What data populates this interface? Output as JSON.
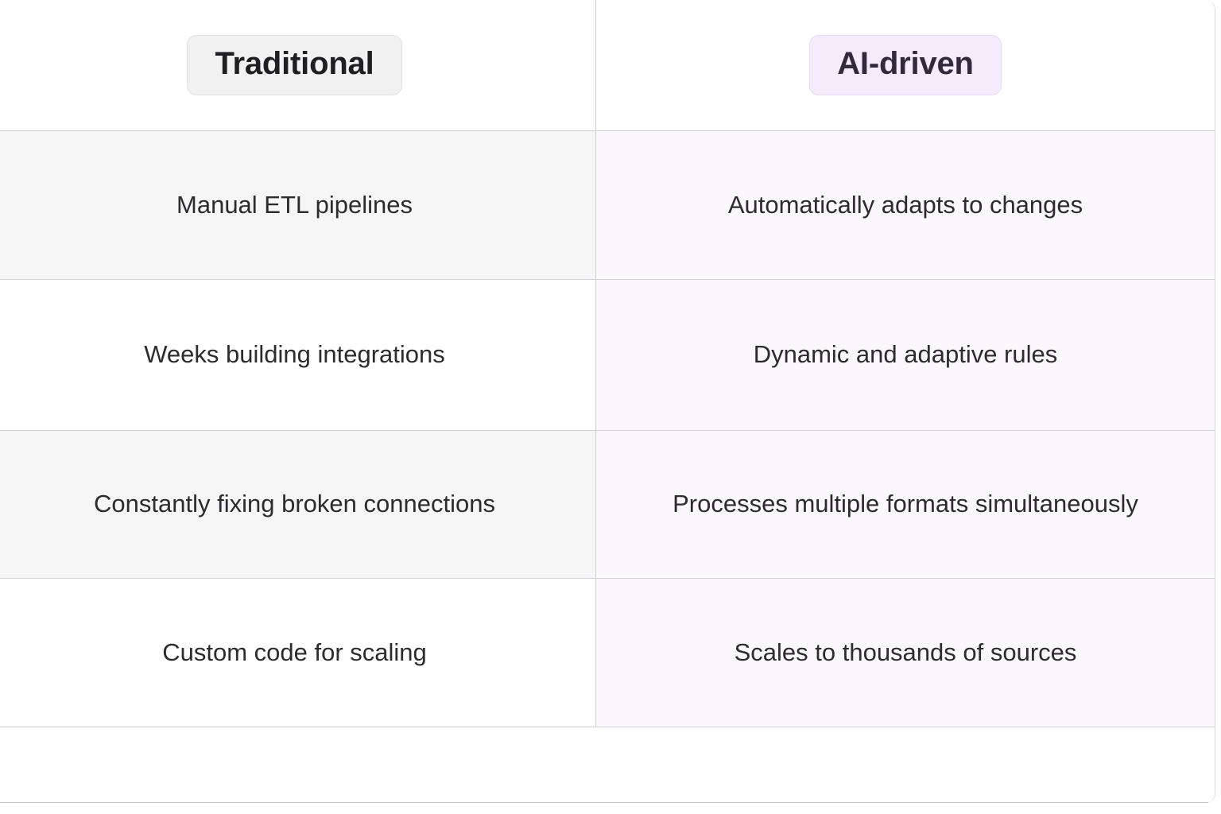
{
  "table": {
    "columns": [
      {
        "id": "traditional",
        "label": "Traditional",
        "chip_bg": "#f1f1f2",
        "chip_border": "#e2e2e6",
        "chip_text": "#1f1f21"
      },
      {
        "id": "ai-driven",
        "label": "AI-driven",
        "chip_bg": "#f4ecfb",
        "chip_border": "#e7dcf4",
        "chip_text": "#312a3c"
      }
    ],
    "rows": [
      {
        "traditional": "Manual ETL pipelines",
        "ai_driven": "Automatically adapts to changes"
      },
      {
        "traditional": "Weeks building integrations",
        "ai_driven": "Dynamic and adaptive rules"
      },
      {
        "traditional": "Constantly fixing broken connections",
        "ai_driven": "Processes multiple formats simultaneously"
      },
      {
        "traditional": "Custom code for scaling",
        "ai_driven": "Scales to thousands of sources"
      }
    ],
    "trailing_row": {
      "traditional": "",
      "ai_driven": ""
    },
    "colors": {
      "page_background": "#ffffff",
      "grid_line": "#cfcfd6",
      "left_column_zebra": "#f6f6f7",
      "left_column_base": "#ffffff",
      "right_column_tint": "#faf7fd",
      "body_text": "#2c2c2e"
    }
  }
}
